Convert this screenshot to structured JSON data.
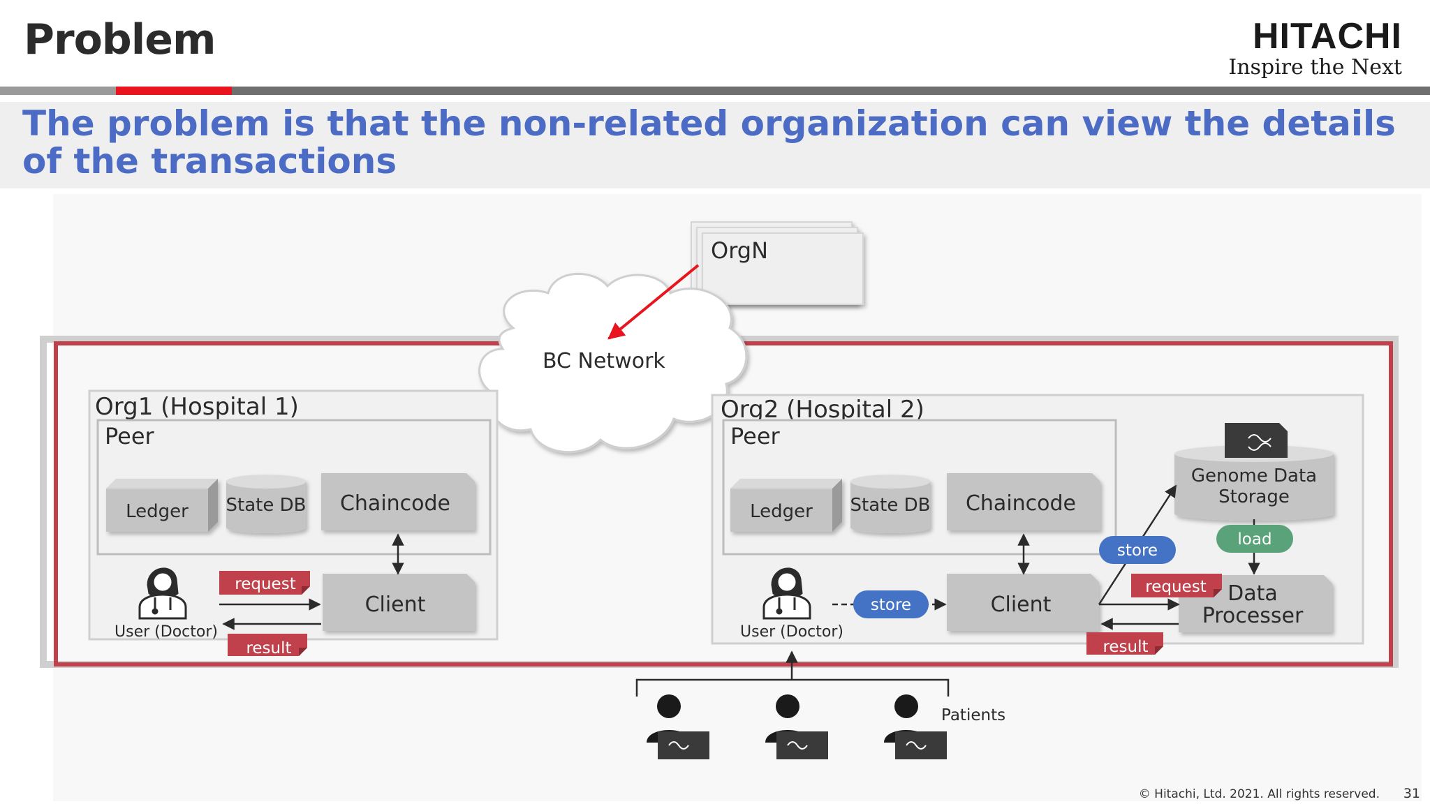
{
  "header": {
    "title": "Problem",
    "brand_name": "HITACHI",
    "brand_tagline": "Inspire the Next"
  },
  "subheading": "The problem is that the non-related organization can view the details of the transactions",
  "diagram": {
    "orgN": "OrgN",
    "network": "BC Network",
    "org1": {
      "title": "Org1 (Hospital 1)",
      "peer": "Peer",
      "ledger": "Ledger",
      "state_db": "State DB",
      "chaincode": "Chaincode",
      "client": "Client",
      "user": "User (Doctor)",
      "request": "request",
      "result": "result"
    },
    "org2": {
      "title": "Org2 (Hospital 2)",
      "peer": "Peer",
      "ledger": "Ledger",
      "state_db": "State DB",
      "chaincode": "Chaincode",
      "client": "Client",
      "user": "User (Doctor)",
      "store_user": "store",
      "store_client": "store",
      "request": "request",
      "result": "result",
      "genome_line1": "Genome Data",
      "genome_line2": "Storage",
      "load": "load",
      "processor_line1": "Data",
      "processor_line2": "Processer"
    },
    "patients": "Patients"
  },
  "colors": {
    "accent_red": "#e8141e",
    "heading_blue": "#4c6bc4",
    "org_border": "#c0404b",
    "tag_red": "#c0404b",
    "pill_blue": "#4472c4",
    "pill_green": "#5aa27a"
  },
  "footer": {
    "copyright": "© Hitachi, Ltd. 2021. All rights reserved.",
    "page_number": "31"
  }
}
